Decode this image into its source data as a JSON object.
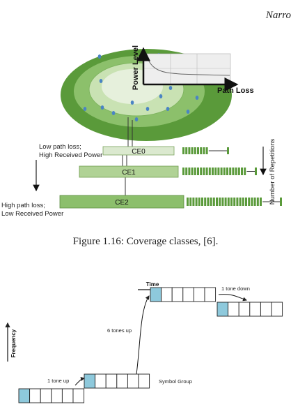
{
  "header": {
    "running_title": "Narro"
  },
  "figure_1": {
    "axis_y": "Power Level",
    "axis_x": "Path Loss",
    "classes": [
      "CE0",
      "CE1",
      "CE2"
    ],
    "left_top": [
      "Low path loss;",
      "High Received Power"
    ],
    "left_bottom": [
      "High path loss;",
      "Low Received Power"
    ],
    "right_axis": "Number of Repetitions",
    "caption": "Figure 1.16: Coverage classes, [6]."
  },
  "figure_2": {
    "time_label": "Time",
    "freq_label": "Frequency",
    "one_tone_up": "1 tone up",
    "six_tones_up": "6 tones up",
    "one_tone_down": "1 tone down",
    "symbol_group": "Symbol Group"
  },
  "colors": {
    "dark_green": "#5a9a3a",
    "mid_green": "#8cc06b",
    "light_green": "#c9e2b3",
    "center": "#e6f0dc",
    "dot": "#4a84c4",
    "cell_fill": "#8ec9dc"
  }
}
